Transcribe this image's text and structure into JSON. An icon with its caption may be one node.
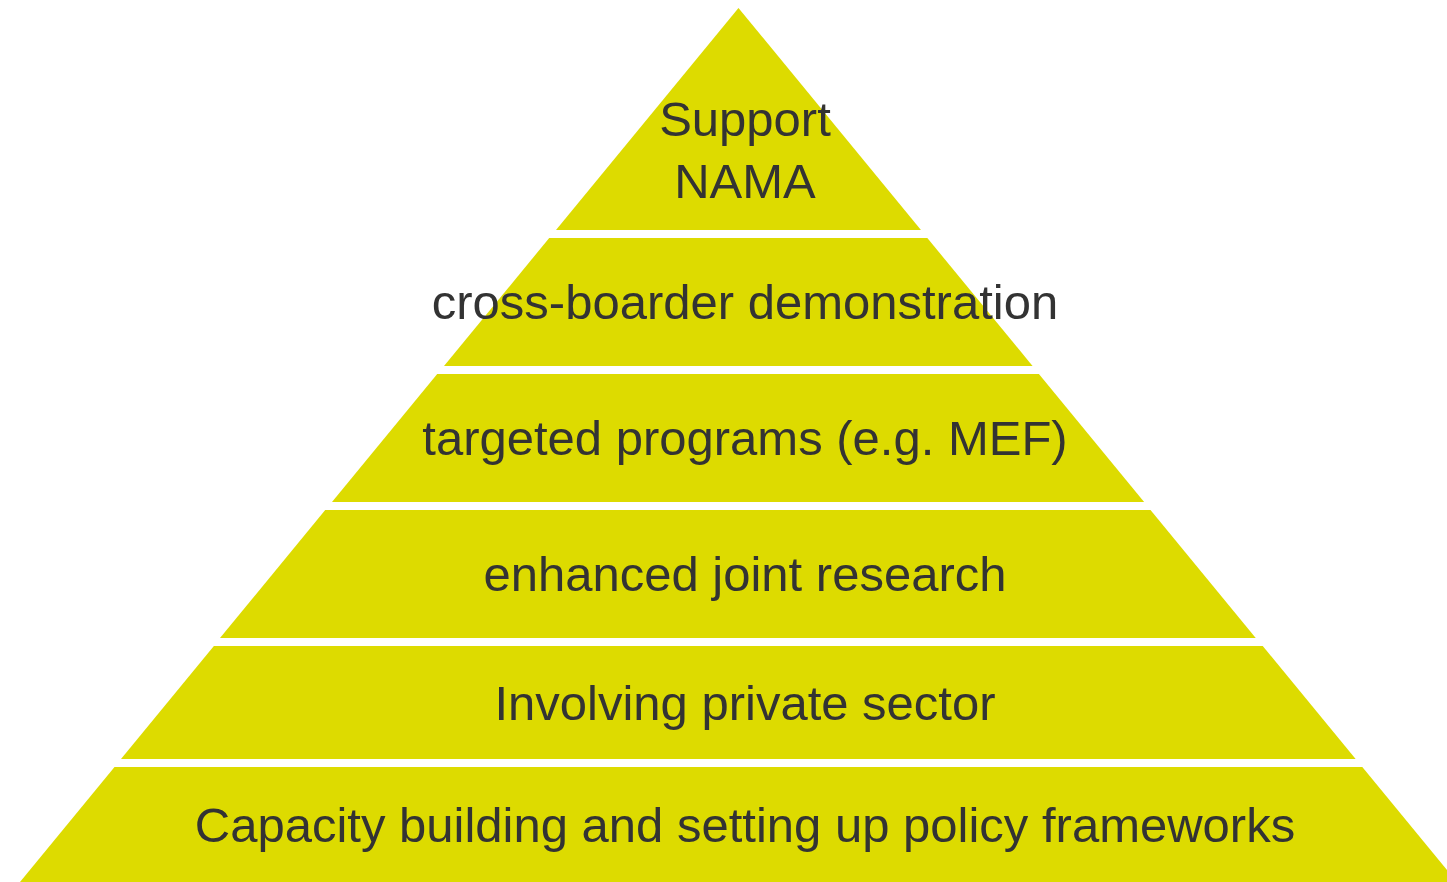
{
  "diagram": {
    "nodes": [
      {
        "text": [
          "Support NAMA"
        ]
      },
      {
        "text": [
          "cross-boarder demonstration"
        ]
      },
      {
        "text": [
          "targeted programs (e.g. MEF)"
        ]
      },
      {
        "text": [
          "enhanced joint research"
        ]
      },
      {
        "text": [
          "Involving private sector"
        ]
      },
      {
        "text": [
          "Capacity building and setting up policy frameworks"
        ]
      }
    ]
  }
}
